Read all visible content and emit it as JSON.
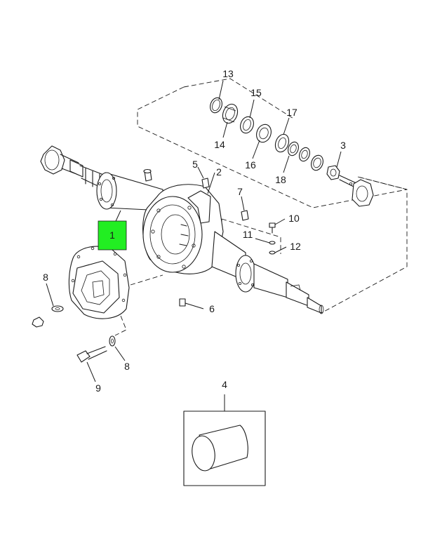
{
  "diagram": {
    "highlight_color": "#22ee22",
    "callouts": {
      "c1": "1",
      "c2": "2",
      "c3": "3",
      "c4": "4",
      "c5": "5",
      "c6": "6",
      "c7": "7",
      "c8a": "8",
      "c8b": "8",
      "c9": "9",
      "c10": "10",
      "c11": "11",
      "c12": "12",
      "c13": "13",
      "c14": "14",
      "c15": "15",
      "c16": "16",
      "c17": "17",
      "c18": "18"
    }
  }
}
